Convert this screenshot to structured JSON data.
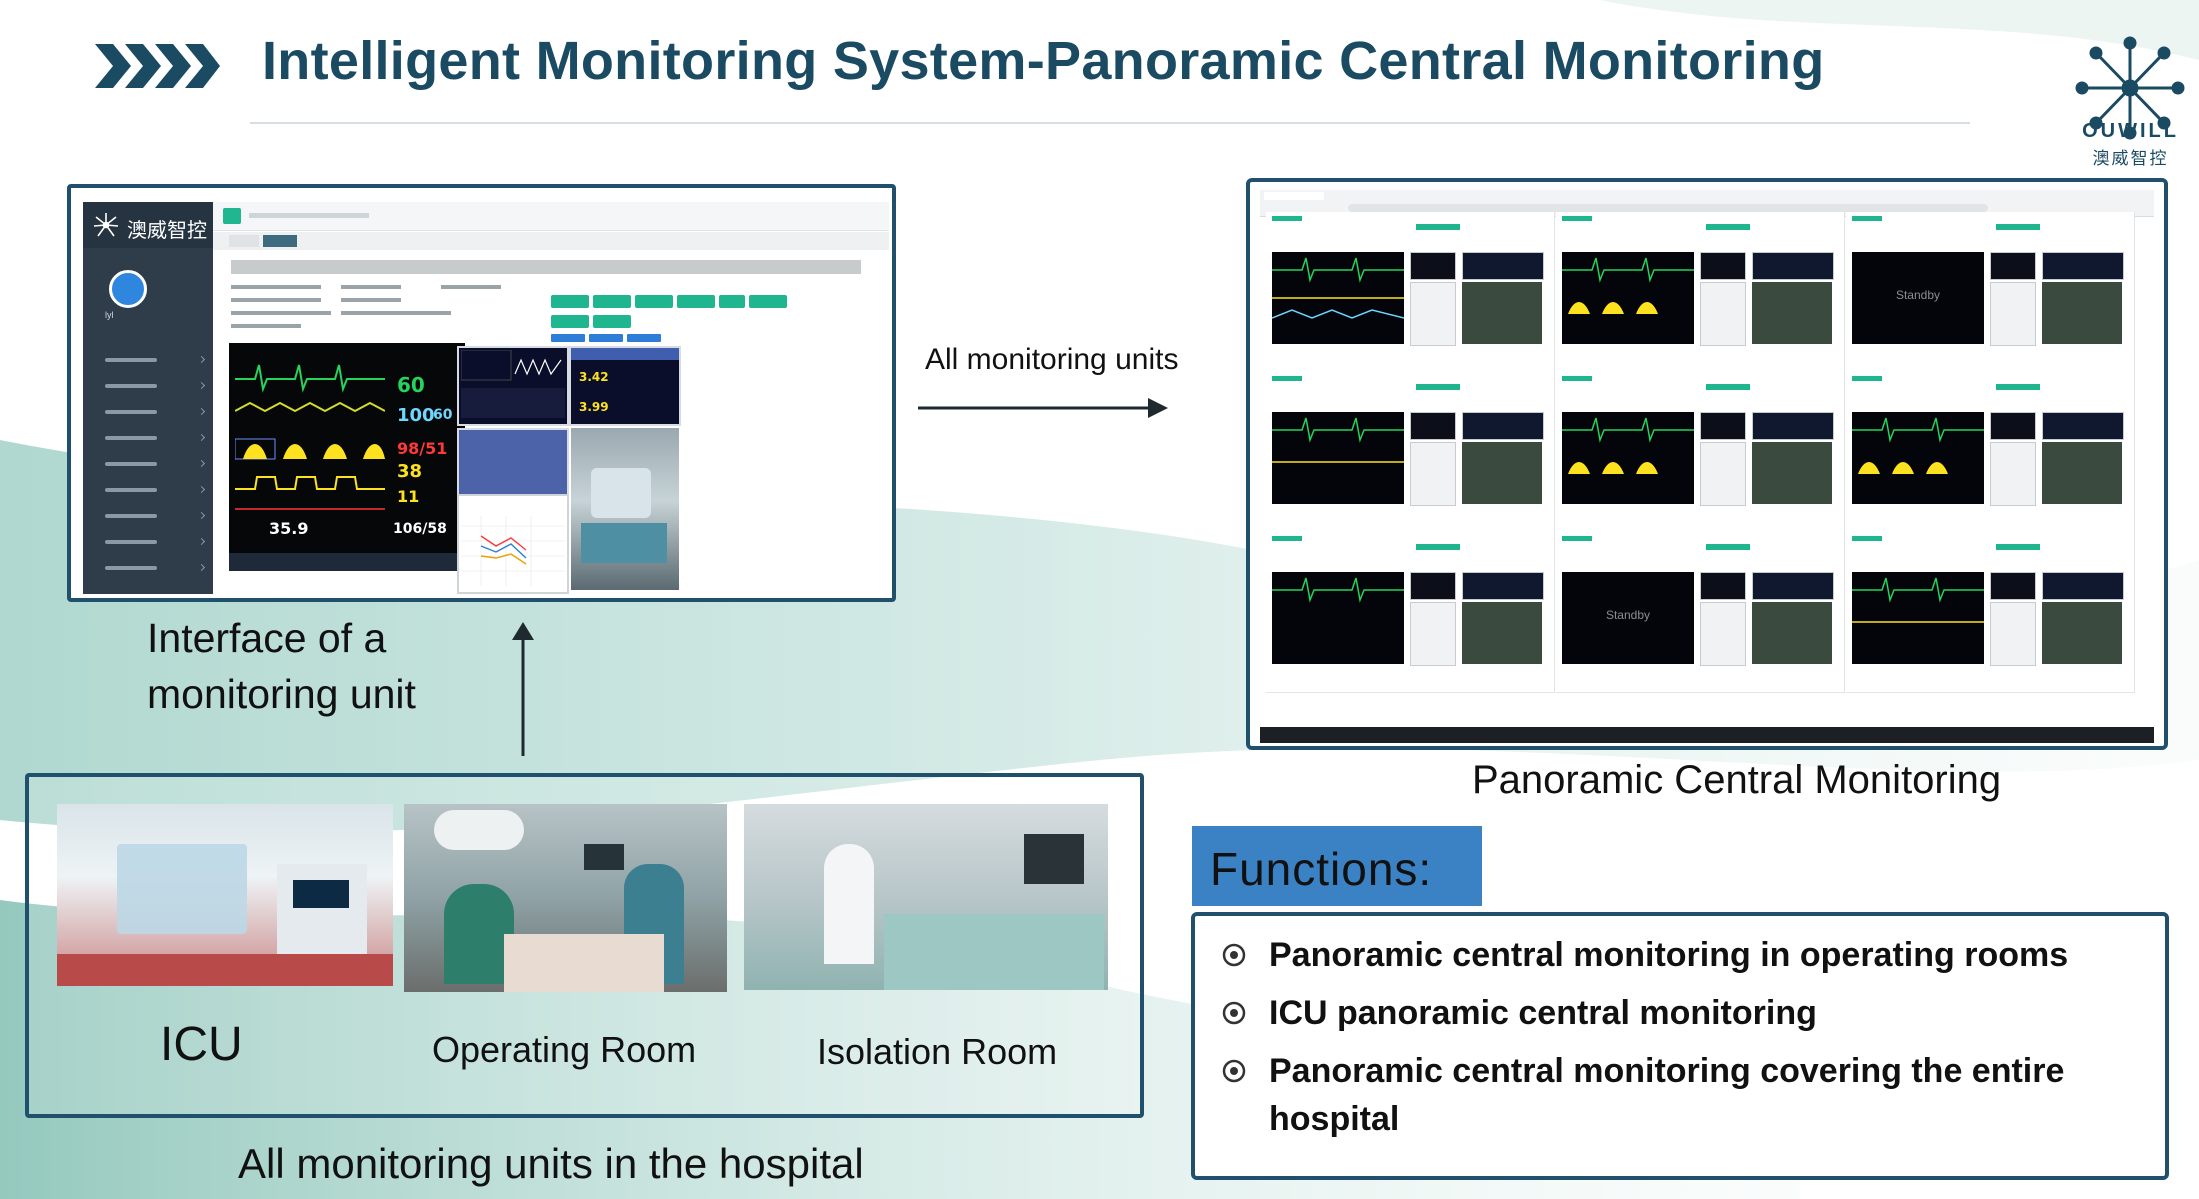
{
  "header": {
    "title": "Intelligent Monitoring System-Panoramic Central Monitoring",
    "logo_text_en": "OUWILL",
    "logo_text_cn": "澳威智控"
  },
  "monitoring_unit": {
    "brand_cn": "澳威智控",
    "monitor_values": {
      "hr": "60",
      "spo2": "100",
      "spo2_b": "60",
      "bp": "98/51",
      "rr": "38",
      "etco2": "11",
      "temp": "35.9",
      "nibp": "106/58",
      "pump_a": "3.42",
      "pump_b": "3.99"
    },
    "caption_line1": "Interface of a",
    "caption_line2": "monitoring unit"
  },
  "arrow_label": "All monitoring units",
  "panoramic": {
    "standby_text": "Standby",
    "caption": "Panoramic Central Monitoring"
  },
  "hospital": {
    "rooms": [
      {
        "label": "ICU"
      },
      {
        "label": "Operating Room"
      },
      {
        "label": "Isolation Room"
      }
    ],
    "caption": "All monitoring units in the hospital"
  },
  "functions": {
    "title": "Functions:",
    "items": [
      "Panoramic central monitoring in operating rooms",
      "ICU panoramic central monitoring",
      "Panoramic central monitoring covering the entire",
      "hospital"
    ]
  },
  "colors": {
    "title": "#1b4a63",
    "frame": "#20506b",
    "functions_tab": "#3b82c4",
    "accent_green": "#1fb58f"
  }
}
